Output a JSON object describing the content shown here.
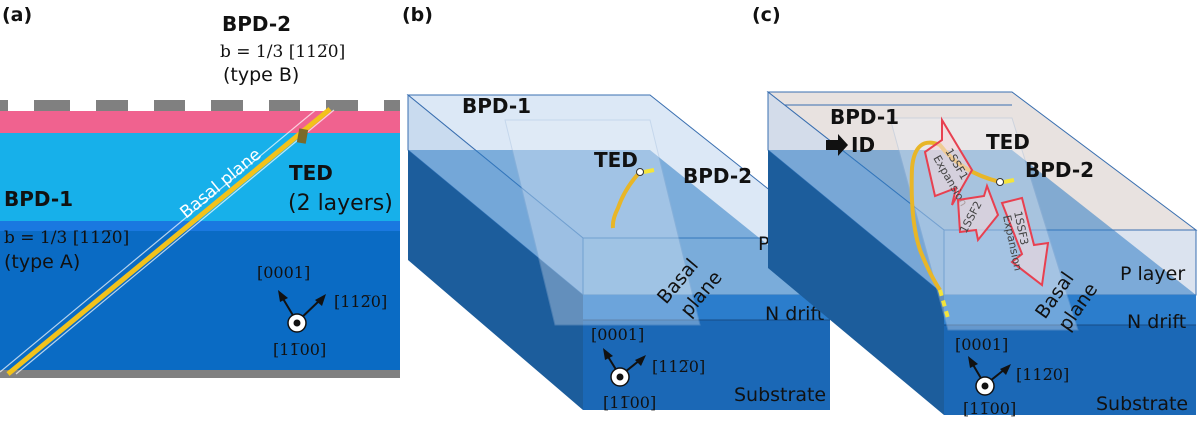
{
  "panels": {
    "a": {
      "tag": "(a)",
      "bpd2_title": "BPD-2",
      "bpd2_burgers": "b = 1/3 [112̅0]",
      "bpd2_type": "(type B)",
      "basal_plane": "Basal plane",
      "ted_title": "TED",
      "ted_layers": "(2 layers)",
      "bpd1_title": "BPD-1",
      "bpd1_burgers": "b = 1/3 [112̅0]",
      "bpd1_type": "(type A)",
      "axis_up": "[0001]",
      "axis_right": "[112̅0]",
      "axis_out": "[11̅00]"
    },
    "b": {
      "tag": "(b)",
      "bpd1": "BPD-1",
      "ted": "TED",
      "bpd2": "BPD-2",
      "p_layer": "P layer",
      "basal": "Basal",
      "plane": "plane",
      "n_drift": "N drift",
      "substrate": "Substrate",
      "axis_up": "[0001]",
      "axis_right": "[112̅0]",
      "axis_out": "[11̅00]"
    },
    "c": {
      "tag": "(c)",
      "bpd1": "BPD-1",
      "id": "ID",
      "ted": "TED",
      "bpd2": "BPD-2",
      "ssf1": "1SSF1",
      "ssf1_exp": "Expansion",
      "ssf2": "1SSF2",
      "ssf3": "1SSF3",
      "ssf3_exp": "Expansion",
      "p_layer": "P layer",
      "basal": "Basal",
      "plane": "plane",
      "n_drift": "N drift",
      "substrate": "Substrate",
      "axis_up": "[0001]",
      "axis_right": "[112̅0]",
      "axis_out": "[11̅00]"
    }
  },
  "colors": {
    "contact": "#808080",
    "p_layer": "#f0628f",
    "epi": "#17b0ea",
    "buffer": "#1a78e0",
    "substrate": "#0a6bc4",
    "bpd_line": "#f2c21b",
    "arrow_red": "#e84050"
  }
}
